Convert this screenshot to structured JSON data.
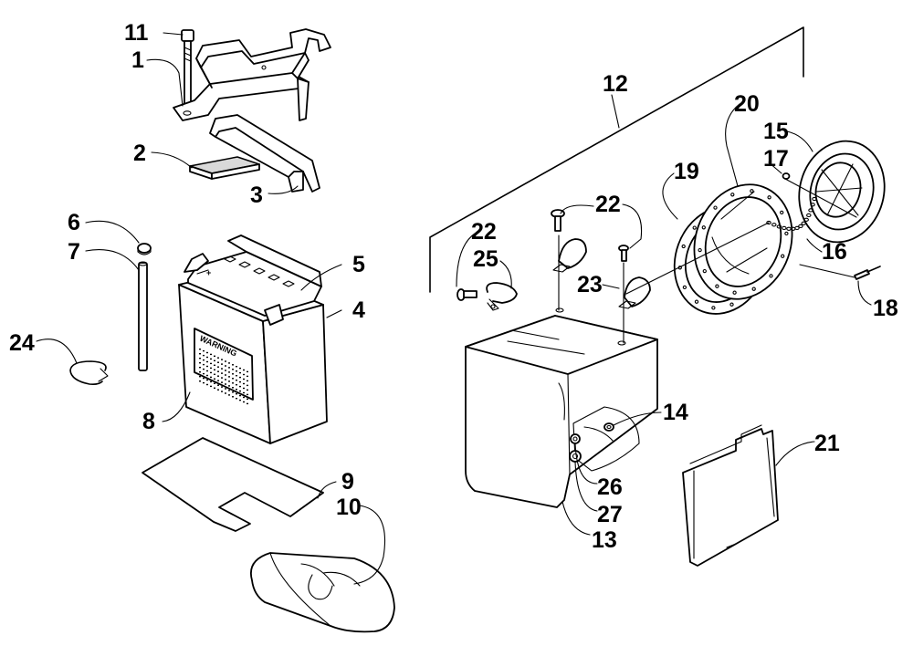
{
  "diagram": {
    "battery_warning_text": "WARNING",
    "callouts": {
      "c1": "1",
      "c2": "2",
      "c3": "3",
      "c4": "4",
      "c5": "5",
      "c6": "6",
      "c7": "7",
      "c8": "8",
      "c9": "9",
      "c10": "10",
      "c11": "11",
      "c12": "12",
      "c13": "13",
      "c14": "14",
      "c15": "15",
      "c16": "16",
      "c17": "17",
      "c18": "18",
      "c19": "19",
      "c20": "20",
      "c21": "21",
      "c22a": "22",
      "c22b": "22",
      "c23": "23",
      "c24": "24",
      "c25": "25",
      "c26": "26",
      "c27": "27"
    }
  }
}
